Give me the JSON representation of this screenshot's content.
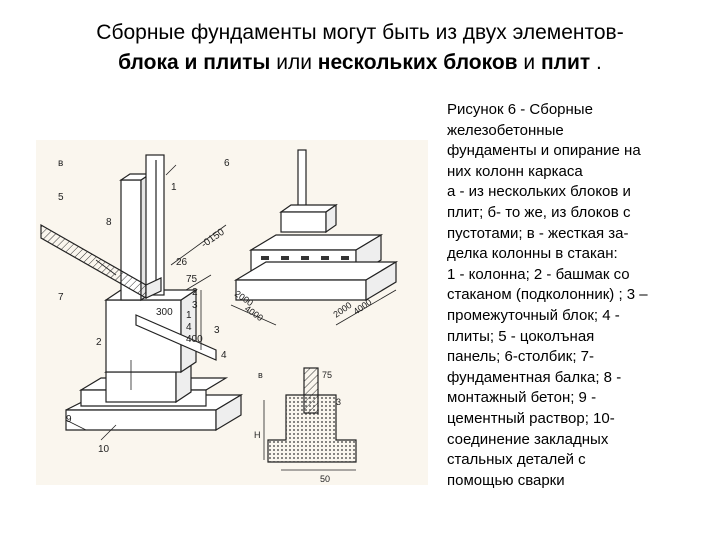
{
  "title": {
    "line1": "Сборные фундаменты могут быть из двух элементов-",
    "l2_b1": "блока и плиты",
    "l2_t1": " или ",
    "l2_b2": "нескольких блоков",
    "l2_t2": " и ",
    "l2_b3": "плит",
    "l2_t3": " ."
  },
  "caption": [
    "Рисунок 6  - Сборные",
    "железобетонные",
    "фундаменты и опирание на",
    "них колонн каркаса",
    "а - из нескольких блоков и",
    "плит; б- то же, из блоков с",
    "пустотами; в - жесткая за-",
    "делка колонны в стакан:",
    "1 - колонна; 2 - башмак со",
    "стаканом (подколонник) ; 3 –",
    "промежуточный блок; 4 -",
    "плиты; 5 - цоколъная",
    "панель; 6-столбик; 7-",
    "фундаментная балка; 8 -",
    "монтажный бетон; 9 -",
    "цементный раствор; 10-",
    "соединение закладных",
    "стальных деталей с",
    "помощью сварки"
  ],
  "figure": {
    "labels": {
      "v": "в",
      "n1": "1",
      "n2": "2",
      "n3": "3",
      "n4": "4",
      "n5": "5",
      "n6": "6",
      "n7": "7",
      "n8": "8",
      "n9": "9",
      "n10": "10",
      "d0150": "-0150",
      "d26": "26",
      "d75": "75",
      "d2": "2",
      "d3": "3",
      "d300": "300",
      "d1": "1",
      "d4": "4",
      "d400": "400",
      "d2000": "2000",
      "d4000": "4000",
      "d2000b": "2000",
      "d4000b": "4000",
      "v2": "в",
      "d75b": "75",
      "d3b": "3",
      "d50": "50",
      "H": "H"
    }
  }
}
